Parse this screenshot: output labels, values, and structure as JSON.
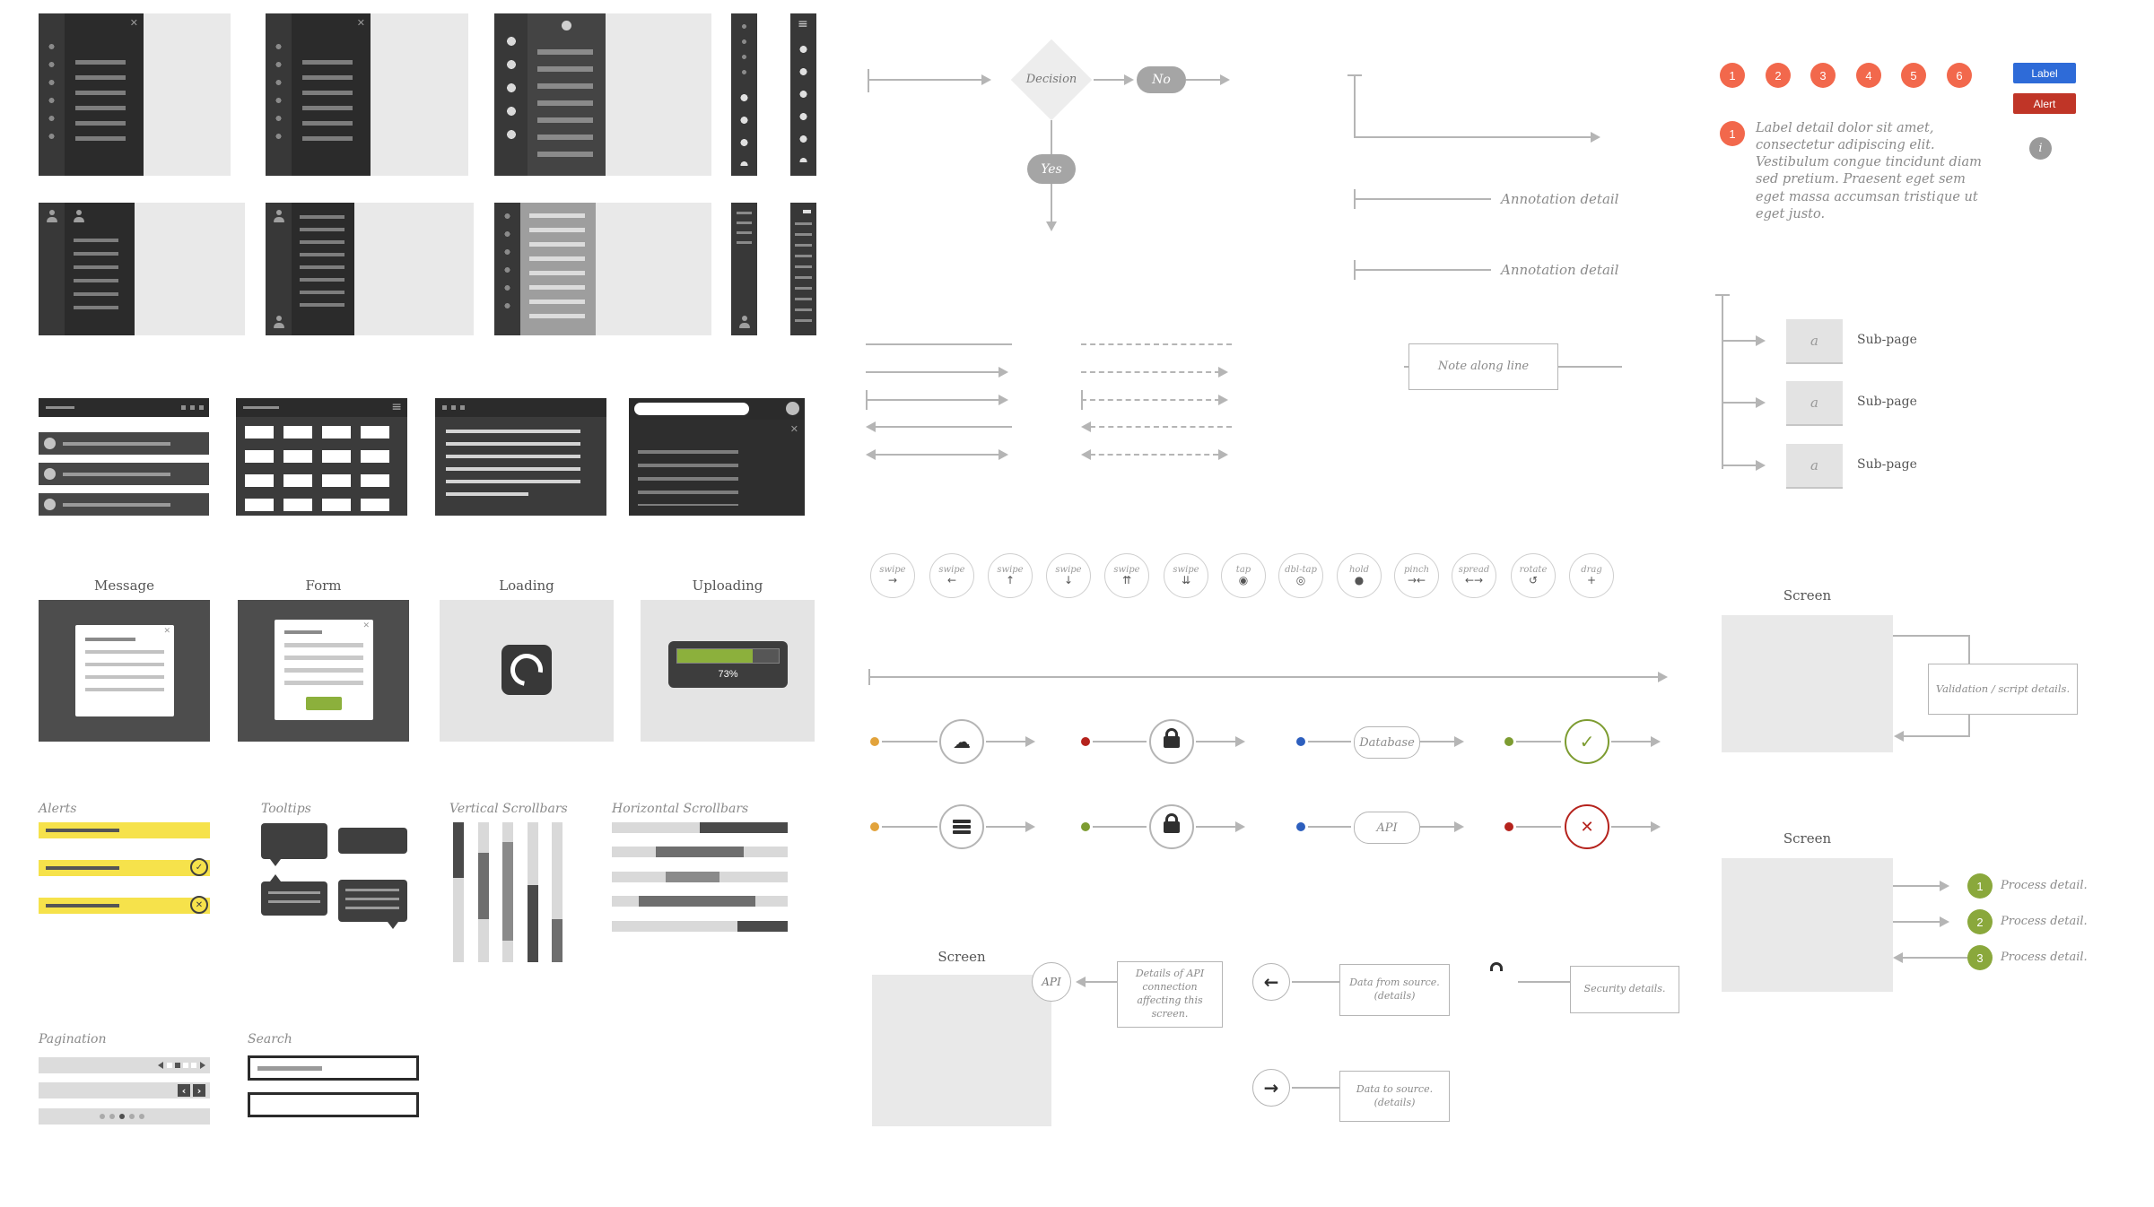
{
  "colors": {
    "bg": "#ffffff",
    "dark": "#383838",
    "panel": "#2b2b2b",
    "light_area": "#e9e9e9",
    "line_gray": "#b5b5b5",
    "muted_text": "#8a8a8a",
    "heading_text": "#555555",
    "alert_yellow": "#f6e24b",
    "button_green": "#8cb03c",
    "process_green": "#8aa83c",
    "marker_red": "#f2684c",
    "chip_blue": "#2e6bd8",
    "chip_red": "#c03527",
    "dot_orange": "#e2a33b",
    "dot_red": "#b5231d",
    "dot_blue": "#2d5fbe",
    "dot_green": "#7d9c31",
    "check_green": "#7d9c31",
    "cross_red": "#b5231d"
  },
  "icons": {
    "close": "✕",
    "menu": "≡",
    "check": "✓",
    "cross": "✕",
    "info": "i",
    "arrow_left": "←",
    "arrow_right": "→",
    "cloud": "☁",
    "chevron_left": "‹",
    "chevron_right": "›"
  },
  "sections": {
    "message": "Message",
    "form": "Form",
    "loading": "Loading",
    "uploading": "Uploading",
    "alerts": "Alerts",
    "tooltips": "Tooltips",
    "vertical_scrollbars": "Vertical Scrollbars",
    "horizontal_scrollbars": "Horizontal Scrollbars",
    "pagination": "Pagination",
    "search": "Search"
  },
  "uploading": {
    "label": "73%",
    "percent": 73
  },
  "flowchart": {
    "decision": "Decision",
    "no": "No",
    "yes": "Yes"
  },
  "annotations": {
    "a1": "Annotation detail",
    "a2": "Annotation detail",
    "note": "Note along line"
  },
  "gestures": [
    {
      "label": "swipe",
      "icon": "→"
    },
    {
      "label": "swipe",
      "icon": "←"
    },
    {
      "label": "swipe",
      "icon": "↑"
    },
    {
      "label": "swipe",
      "icon": "↓"
    },
    {
      "label": "swipe",
      "icon": "⇈"
    },
    {
      "label": "swipe",
      "icon": "⇊"
    },
    {
      "label": "tap",
      "icon": "◉"
    },
    {
      "label": "dbl-tap",
      "icon": "◎"
    },
    {
      "label": "hold",
      "icon": "●"
    },
    {
      "label": "pinch",
      "icon": "→←"
    },
    {
      "label": "spread",
      "icon": "←→"
    },
    {
      "label": "rotate",
      "icon": "↺"
    },
    {
      "label": "drag",
      "icon": "+"
    }
  ],
  "flows": {
    "database": "Database",
    "api": "API"
  },
  "markers": [
    "1",
    "2",
    "3",
    "4",
    "5",
    "6"
  ],
  "chips": {
    "label": "Label",
    "alert": "Alert"
  },
  "label_detail": {
    "number": "1",
    "text": "Label detail dolor sit amet, consectetur adipiscing elit. Vestibulum congue tincidunt diam sed pretium. Praesent eget sem eget massa accumsan tristique ut eget justo."
  },
  "subpages": {
    "letter": "a",
    "items": [
      "Sub-page",
      "Sub-page",
      "Sub-page"
    ]
  },
  "screens": {
    "mid": "Screen",
    "right_top": "Screen",
    "right_bottom": "Screen",
    "api_badge": "API",
    "api_details": "Details of API connection affecting this screen.",
    "data_from": "Data from source. (details)",
    "security": "Security details.",
    "data_to": "Data to source. (details)",
    "validation": "Validation / script details."
  },
  "process": [
    {
      "n": "1",
      "text": "Process detail."
    },
    {
      "n": "2",
      "text": "Process detail."
    },
    {
      "n": "3",
      "text": "Process detail."
    }
  ]
}
